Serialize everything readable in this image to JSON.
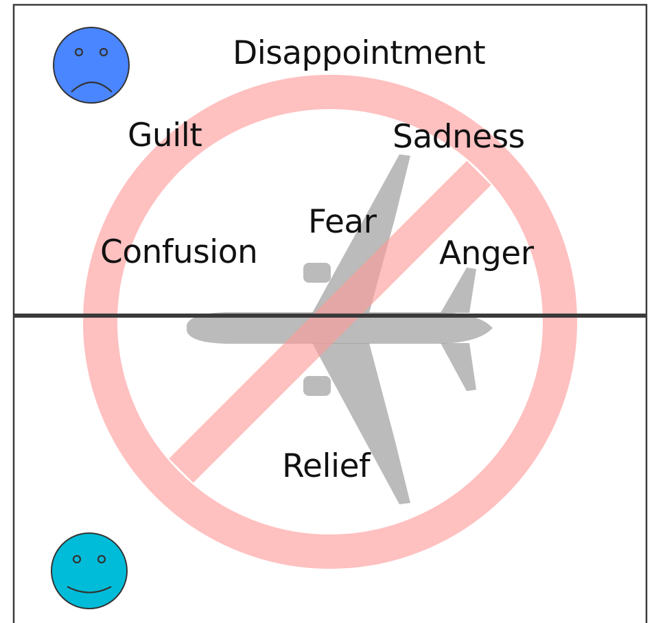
{
  "emotions_negative": {
    "disappointment": "Disappointment",
    "guilt": "Guilt",
    "sadness": "Sadness",
    "fear": "Fear",
    "confusion": "Confusion",
    "anger": "Anger"
  },
  "emotions_positive": {
    "relief": "Relief"
  },
  "icons": {
    "top_face": "sad-face-icon",
    "bottom_face": "happy-face-icon",
    "center": "airplane-icon",
    "overlay": "prohibition-sign-icon"
  },
  "colors": {
    "sad_face": "#4a86ff",
    "happy_face": "#00bcd8",
    "prohibition": "#ff9a9a",
    "airplane": "#9e9e9e",
    "frame": "#3a3a3a"
  }
}
